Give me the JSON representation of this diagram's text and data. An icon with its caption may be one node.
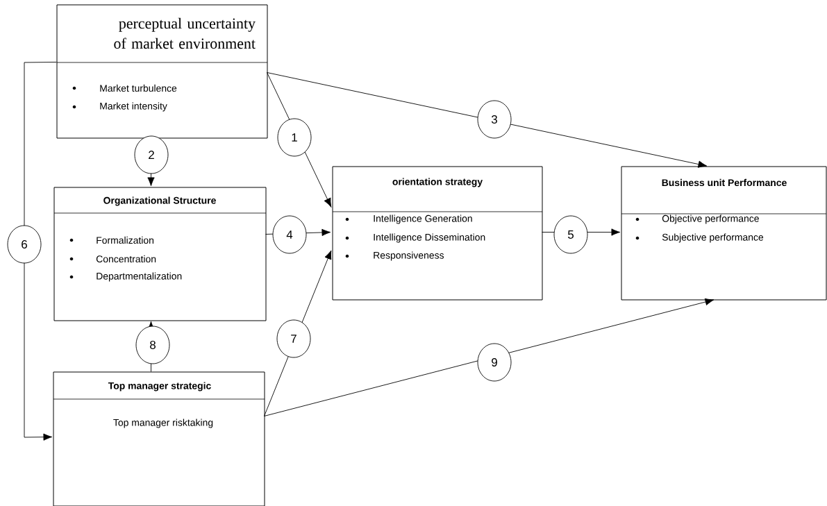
{
  "diagram": {
    "nodes": [
      {
        "text": [
          "perceptual uncertainty of market environment",
          "Market turbulence",
          "Market intensity"
        ]
      },
      {
        "text": [
          "Organizational Structure",
          "Formalization",
          "Concentration",
          "Departmentalization"
        ]
      },
      {
        "text": [
          "orientation strategy",
          "Intelligence Generation",
          "Intelligence Dissemination",
          "Responsiveness"
        ]
      },
      {
        "text": [
          "Business unit Performance",
          "Objective performance",
          "Subjective performance"
        ]
      },
      {
        "text": [
          "Top manager strategic",
          "Top manager risktaking"
        ]
      }
    ],
    "edges": [
      {
        "from": 0,
        "to": 2,
        "arrow": "to",
        "label": "1"
      },
      {
        "from": 0,
        "to": 1,
        "arrow": "to",
        "label": "2"
      },
      {
        "from": 0,
        "to": 3,
        "arrow": "to",
        "label": "3"
      },
      {
        "from": 1,
        "to": 2,
        "arrow": "to",
        "label": "4"
      },
      {
        "from": 2,
        "to": 3,
        "arrow": "to",
        "label": "5"
      },
      {
        "from": 0,
        "to": 4,
        "arrow": "to",
        "label": "6"
      },
      {
        "from": 4,
        "to": 2,
        "arrow": "to",
        "label": "7"
      },
      {
        "from": 4,
        "to": 1,
        "arrow": "to",
        "label": "8"
      },
      {
        "from": 4,
        "to": 3,
        "arrow": "to",
        "label": "9"
      }
    ]
  }
}
